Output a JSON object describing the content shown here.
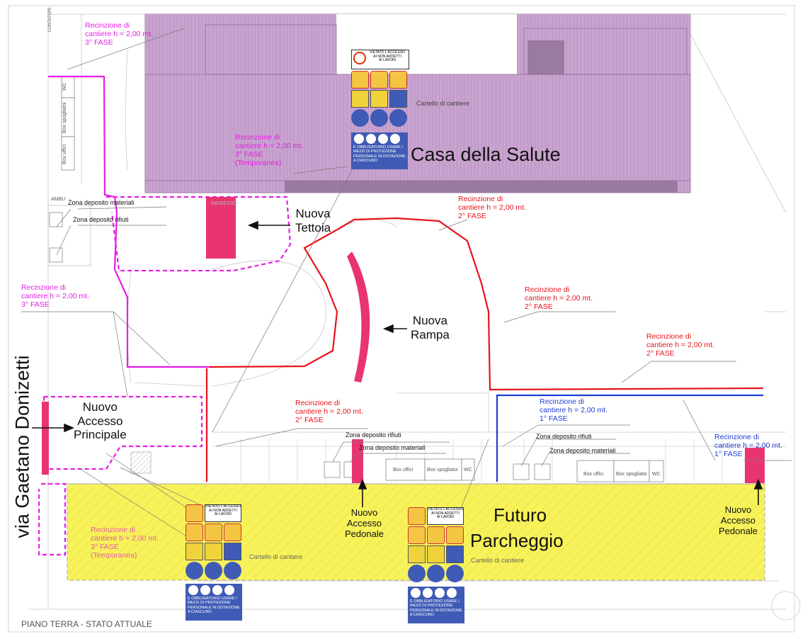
{
  "labels": {
    "casa": "Casa della Salute",
    "futuro_1": "Futuro",
    "futuro_2": "Parcheggio",
    "via": "via Gaetano Donizetti",
    "tettoia": "Nuova\nTettoia",
    "rampa": "Nuova\nRampa",
    "accesso_principale": "Nuovo\nAccesso\nPrincipale",
    "pedonale_1": "Nuovo\nAccesso\nPedonale",
    "pedonale_2": "Nuovo\nAccesso\nPedonale",
    "piano": "PIANO TERRA - STATO ATTUALE",
    "ingresso": "INGRESSO",
    "ambu": "AMBU",
    "contatori": "CONTATORI"
  },
  "fences": {
    "fase3_top": "Recinzione di\ncantiere h = 2,00 mt.\n3° FASE",
    "fase3_temp_top": "Recinzione di\ncantiere h = 2,00 mt.\n3° FASE\n(Temporanea)",
    "fase3_left": "Recinzione di\ncantiere h = 2,00 mt.\n3° FASE",
    "fase3_temp_bottom": "Recinzione di\ncantiere h = 2,00 mt.\n3° FASE\n(Temporanea)",
    "fase2_a": "Recinzione di\ncantiere h = 2,00 mt.\n2° FASE",
    "fase2_b": "Recinzione di\ncantiere h = 2,00 mt.\n2° FASE",
    "fase2_c": "Recinzione di\ncantiere h = 2,00 mt.\n2° FASE",
    "fase2_d": "Recinzione di\ncantiere h = 2,00 mt.\n2° FASE",
    "fase1_a": "Recinzione di\ncantiere h = 2,00 mt.\n1° FASE",
    "fase1_b": "Recinzione di\ncantiere h = 2,00 mt.\n1° FASE"
  },
  "zones": {
    "deposito_materiali_1": "Zona deposito materiali",
    "deposito_rifiuti_1": "Zona deposito rifiuti",
    "deposito_rifiuti_2": "Zona deposito rifiuti",
    "deposito_materiali_2": "Zona deposito materiali",
    "deposito_rifiuti_3": "Zona deposito rifiuti",
    "deposito_materiali_3": "Zona deposito materiali"
  },
  "boxes": {
    "top_wc": "WC",
    "top_spogliatoi": "Box spogliatoi",
    "top_uffici": "Box uffici",
    "mid_uffici": "Box uffici",
    "mid_spogliatoi": "Box spogliatoi",
    "mid_wc": "WC",
    "right_uffici": "Box uffici",
    "right_spogliatoi": "Box spogliatoi",
    "right_wc": "WC"
  },
  "signs": {
    "cartello_1": "Cartello di cantiere",
    "cartello_2": "Cartello di cantiere",
    "cartello_3": "Cartello di cantiere",
    "vietato": "VIETATO L'ACCESSO\nAI NON ADDETTI\nAI LAVORI",
    "obbligatorio": "È OBBLIGATORIO USARE I\nMEZZI DI PROTEZIONE\nPERSONALE IN DOTAZIONE\nA CIASCUNO"
  },
  "colors": {
    "building": "#c9a3cf",
    "parking": "#f7f25a",
    "fase1": "#1f3cd6",
    "fase2": "#e8131b",
    "fase3": "#e61ee6",
    "new_work": "#e8356f"
  }
}
